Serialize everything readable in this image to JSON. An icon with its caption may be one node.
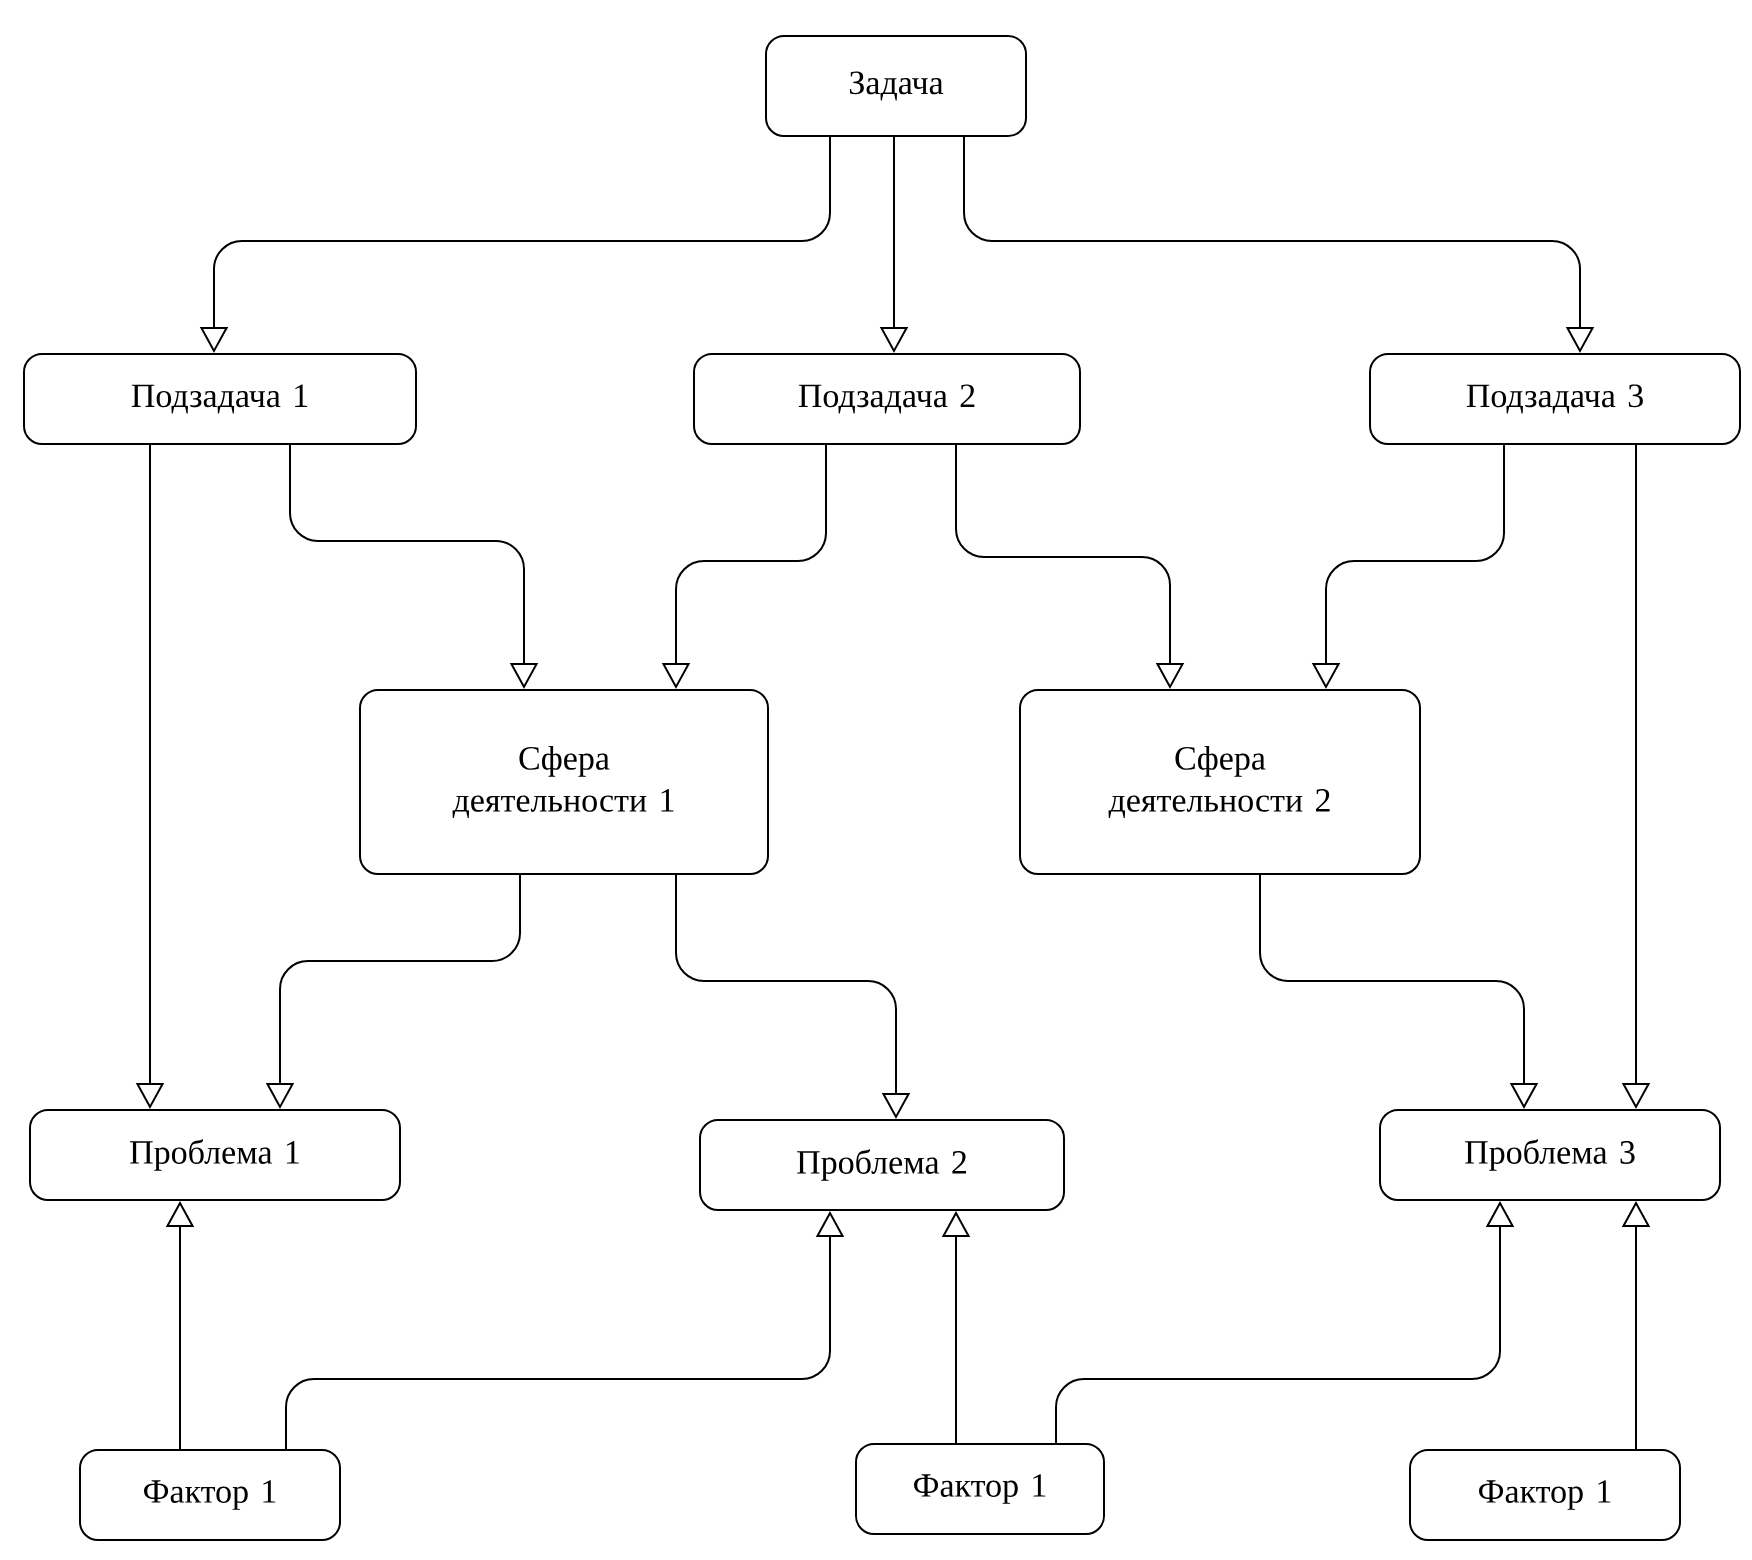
{
  "diagram": {
    "nodes": [
      {
        "text": [
          "Задача"
        ]
      },
      {
        "text": [
          "Подзадача 1"
        ]
      },
      {
        "text": [
          "Подзадача 2"
        ]
      },
      {
        "text": [
          "Подзадача 3"
        ]
      },
      {
        "text": [
          "Сфера деятельности 1"
        ]
      },
      {
        "text": [
          "Сфера деятельности 2"
        ]
      },
      {
        "text": [
          "Проблема 1"
        ]
      },
      {
        "text": [
          "Проблема 2"
        ]
      },
      {
        "text": [
          "Проблема 3"
        ]
      },
      {
        "text": [
          "Фактор 1"
        ]
      },
      {
        "text": [
          "Фактор 1"
        ]
      },
      {
        "text": [
          "Фактор 1"
        ]
      }
    ],
    "edges": [
      {
        "from": 0,
        "to": 1,
        "arrow": "to"
      },
      {
        "from": 0,
        "to": 2,
        "arrow": "to"
      },
      {
        "from": 0,
        "to": 3,
        "arrow": "to"
      },
      {
        "from": 1,
        "to": 4,
        "arrow": "to"
      },
      {
        "from": 2,
        "to": 4,
        "arrow": "to"
      },
      {
        "from": 2,
        "to": 5,
        "arrow": "to"
      },
      {
        "from": 3,
        "to": 5,
        "arrow": "to"
      },
      {
        "from": 1,
        "to": 6,
        "arrow": "to"
      },
      {
        "from": 4,
        "to": 6,
        "arrow": "to"
      },
      {
        "from": 4,
        "to": 7,
        "arrow": "to"
      },
      {
        "from": 5,
        "to": 8,
        "arrow": "to"
      },
      {
        "from": 3,
        "to": 8,
        "arrow": "to"
      },
      {
        "from": 9,
        "to": 6,
        "arrow": "to"
      },
      {
        "from": 9,
        "to": 7,
        "arrow": "to"
      },
      {
        "from": 10,
        "to": 7,
        "arrow": "to"
      },
      {
        "from": 10,
        "to": 8,
        "arrow": "to"
      },
      {
        "from": 11,
        "to": 8,
        "arrow": "to"
      }
    ]
  }
}
